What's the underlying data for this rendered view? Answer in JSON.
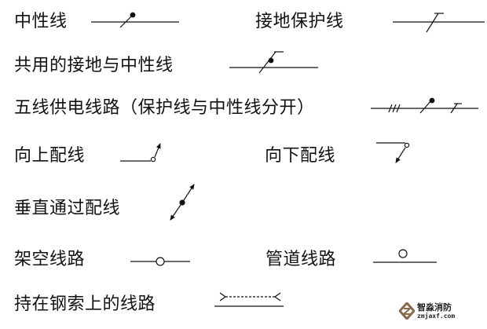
{
  "labels": {
    "neutral": "中性线",
    "protective_earth": "接地保护线",
    "combined_pen": "共用的接地与中性线",
    "five_wire": "五线供电线路（保护线与中性线分开）",
    "wiring_up": "向上配线",
    "wiring_down": "向下配线",
    "vertical_through": "垂直通过配线",
    "overhead": "架空线路",
    "conduit": "管道线路",
    "messenger_wire": "持在钢索上的线路"
  },
  "watermark": {
    "name": "智淼消防",
    "url": "zmjaxf.com"
  },
  "colors": {
    "ink": "#111111",
    "watermark": "#8a6a4a"
  }
}
